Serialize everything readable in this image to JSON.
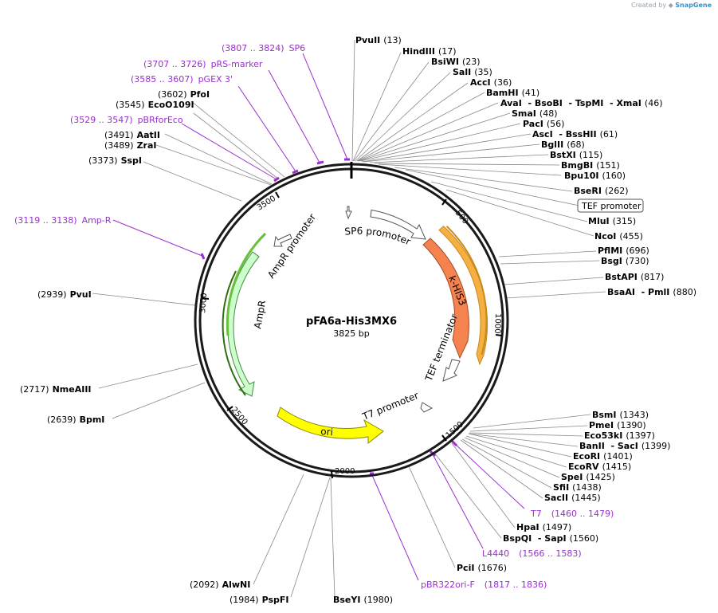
{
  "credit": {
    "prefix": "Created by",
    "brand": "SnapGene"
  },
  "plasmid": {
    "name": "pFA6a-His3MX6",
    "size_label": "3825 bp"
  },
  "length_bp": 3825,
  "ticks": [
    "500",
    "1000",
    "1500",
    "2000",
    "2500",
    "3000",
    "3500"
  ],
  "enzymes_right": [
    {
      "name": "PvuII",
      "pos": "(13)"
    },
    {
      "name": "HindIII",
      "pos": "(17)"
    },
    {
      "name": "BsiWI",
      "pos": "(23)"
    },
    {
      "name": "SalI",
      "pos": "(35)"
    },
    {
      "name": "AccI",
      "pos": "(36)"
    },
    {
      "name": "BamHI",
      "pos": "(41)"
    },
    {
      "name": "AvaI  - BsoBI  - TspMI  - XmaI",
      "pos": "(46)"
    },
    {
      "name": "SmaI",
      "pos": "(48)"
    },
    {
      "name": "PacI",
      "pos": "(56)"
    },
    {
      "name": "AscI  - BssHII",
      "pos": "(61)"
    },
    {
      "name": "BglII",
      "pos": "(68)"
    },
    {
      "name": "BstXI",
      "pos": "(115)"
    },
    {
      "name": "BmgBI",
      "pos": "(151)"
    },
    {
      "name": "Bpu10I",
      "pos": "(160)"
    },
    {
      "name": "BseRI",
      "pos": "(262)"
    },
    {
      "name": "MluI",
      "pos": "(315)"
    },
    {
      "name": "NcoI",
      "pos": "(455)"
    },
    {
      "name": "PflMI",
      "pos": "(696)"
    },
    {
      "name": "BsgI",
      "pos": "(730)"
    },
    {
      "name": "BstAPI",
      "pos": "(817)"
    },
    {
      "name": "BsaAI  - PmlI",
      "pos": "(880)"
    },
    {
      "name": "BsmI",
      "pos": "(1343)"
    },
    {
      "name": "PmeI",
      "pos": "(1390)"
    },
    {
      "name": "Eco53kI",
      "pos": "(1397)"
    },
    {
      "name": "BanII  - SacI",
      "pos": "(1399)"
    },
    {
      "name": "EcoRI",
      "pos": "(1401)"
    },
    {
      "name": "EcoRV",
      "pos": "(1415)"
    },
    {
      "name": "SpeI",
      "pos": "(1425)"
    },
    {
      "name": "SfiI",
      "pos": "(1438)"
    },
    {
      "name": "SacII",
      "pos": "(1445)"
    },
    {
      "name": "HpaI",
      "pos": "(1497)"
    },
    {
      "name": "BspQI  - SapI",
      "pos": "(1560)"
    },
    {
      "name": "PciI",
      "pos": "(1676)"
    }
  ],
  "enzymes_left": [
    {
      "name": "PfoI",
      "pos": "(3602)"
    },
    {
      "name": "EcoO109I",
      "pos": "(3545)"
    },
    {
      "name": "AatII",
      "pos": "(3491)"
    },
    {
      "name": "ZraI",
      "pos": "(3489)"
    },
    {
      "name": "SspI",
      "pos": "(3373)"
    },
    {
      "name": "PvuI",
      "pos": "(2939)"
    },
    {
      "name": "NmeAIII",
      "pos": "(2717)"
    },
    {
      "name": "BpmI",
      "pos": "(2639)"
    },
    {
      "name": "AlwNI",
      "pos": "(2092)"
    },
    {
      "name": "PspFI",
      "pos": "(1984)"
    },
    {
      "name": "BseYI",
      "pos": "(1980)"
    }
  ],
  "primers": [
    {
      "name": "SP6",
      "range": "(3807 .. 3824)"
    },
    {
      "name": "pRS-marker",
      "range": "(3707 .. 3726)"
    },
    {
      "name": "pGEX 3'",
      "range": "(3585 .. 3607)"
    },
    {
      "name": "pBRforEco",
      "range": "(3529 .. 3547)"
    },
    {
      "name": "Amp-R",
      "range": "(3119 .. 3138)"
    },
    {
      "name": "T7",
      "range": "(1460 .. 1479)"
    },
    {
      "name": "L4440",
      "range": "(1566 .. 1583)"
    },
    {
      "name": "pBR322ori-F",
      "range": "(1817 .. 1836)"
    }
  ],
  "features": [
    {
      "name": "SP6 promoter",
      "color": "#ffffff"
    },
    {
      "name": "k-HIS3",
      "color": "#f4834f"
    },
    {
      "name": "TEF promoter",
      "color": "#f5b041"
    },
    {
      "name": "TEF terminator",
      "color": "#ffffff"
    },
    {
      "name": "T7 promoter",
      "color": "#ffffff"
    },
    {
      "name": "ori",
      "color": "#ffff00"
    },
    {
      "name": "AmpR",
      "color": "#ccffcc"
    },
    {
      "name": "AmpR promoter",
      "color": "#ffffff"
    }
  ]
}
